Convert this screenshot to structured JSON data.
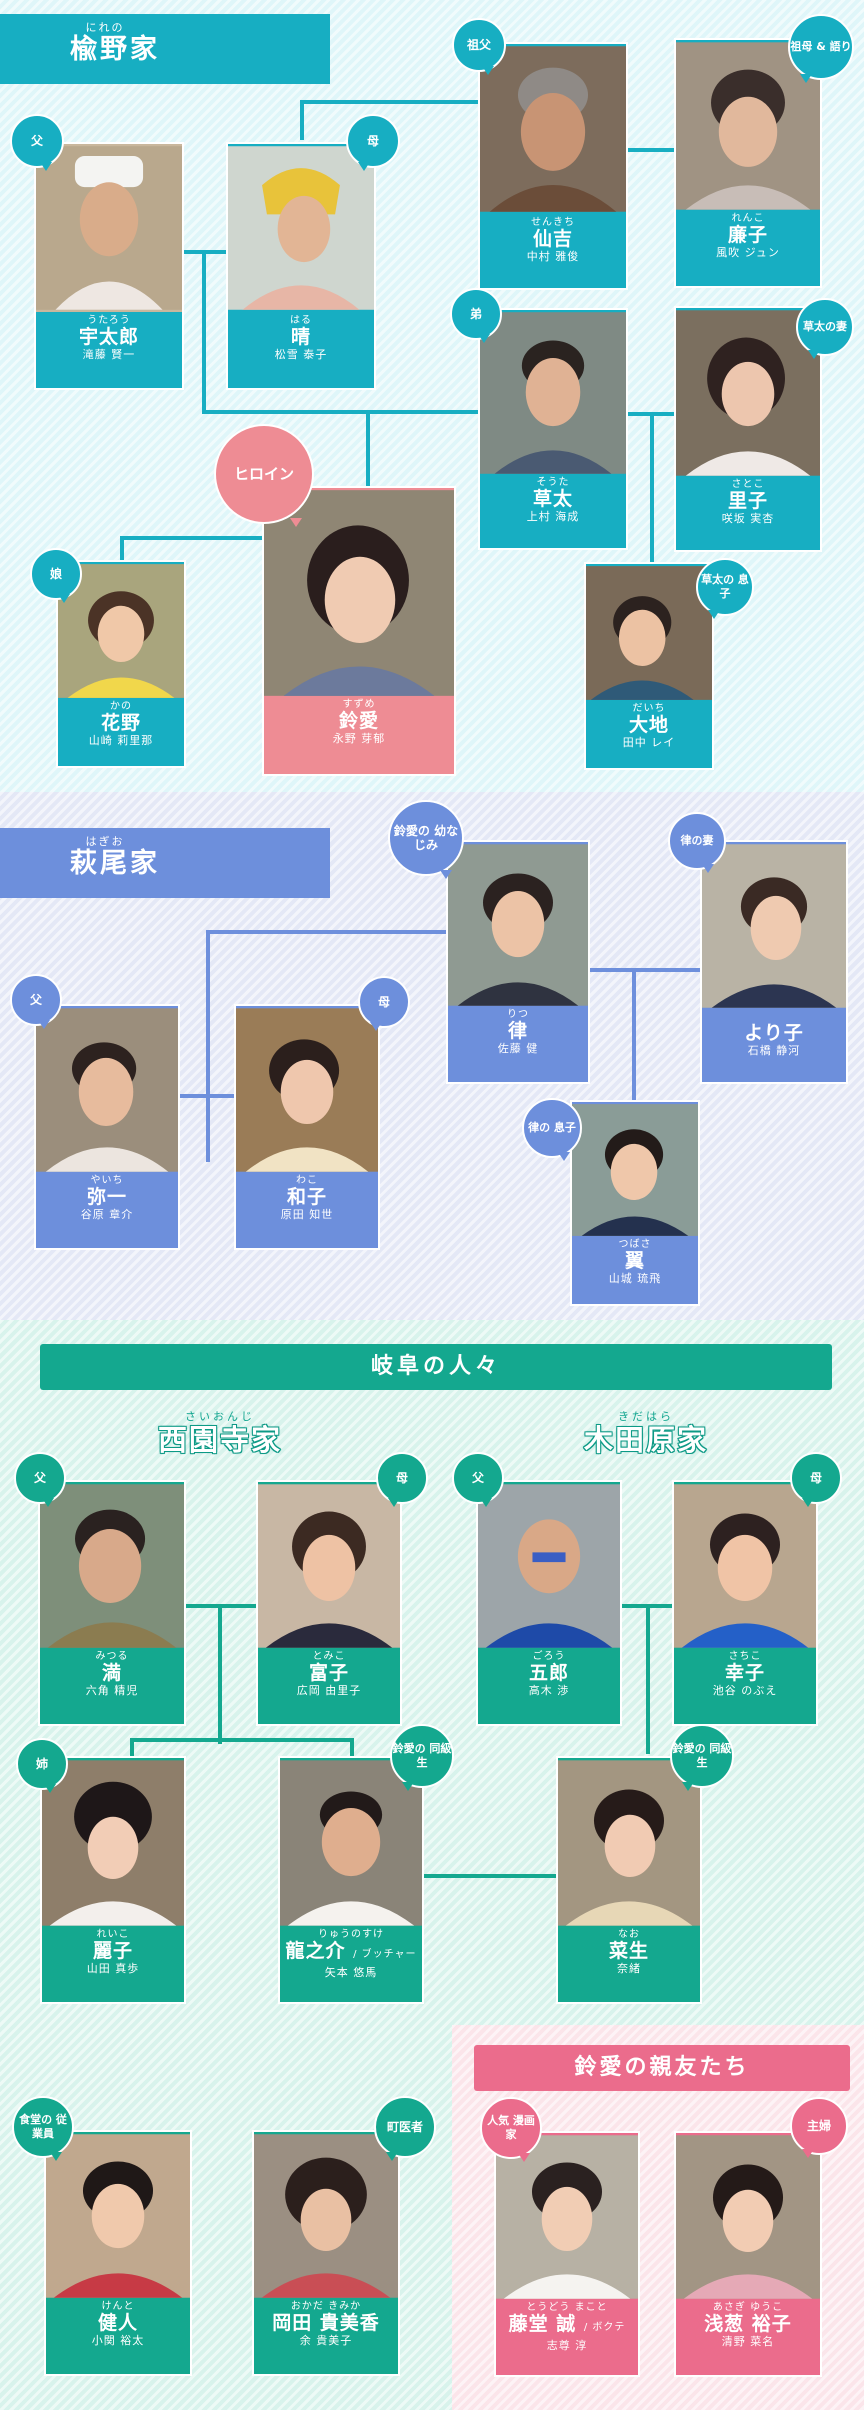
{
  "nireno": {
    "ruby": "にれの",
    "title": "楡野家",
    "cards": [
      {
        "id": "utaro",
        "yomi": "うたろう",
        "role": "宇太郎",
        "actor": "滝藤 賢一",
        "badge": "父"
      },
      {
        "id": "haru",
        "yomi": "はる",
        "role": "晴",
        "actor": "松雪 泰子",
        "badge": "母"
      },
      {
        "id": "senkichi",
        "yomi": "せんきち",
        "role": "仙吉",
        "actor": "中村 雅俊",
        "badge": "祖父"
      },
      {
        "id": "renko",
        "yomi": "れんこ",
        "role": "廉子",
        "actor": "風吹 ジュン",
        "badge": "祖母 & 語り"
      },
      {
        "id": "souta",
        "yomi": "そうた",
        "role": "草太",
        "actor": "上村 海成",
        "badge": "弟"
      },
      {
        "id": "satoko",
        "yomi": "さとこ",
        "role": "里子",
        "actor": "咲坂 実杏",
        "badge": "草太の妻"
      },
      {
        "id": "suzume",
        "yomi": "すずめ",
        "role": "鈴愛",
        "actor": "永野 芽郁",
        "badge": "ヒロイン"
      },
      {
        "id": "kano",
        "yomi": "かの",
        "role": "花野",
        "actor": "山崎 莉里那",
        "badge": "娘"
      },
      {
        "id": "daichi",
        "yomi": "だいち",
        "role": "大地",
        "actor": "田中 レイ",
        "badge": "草太の 息子"
      }
    ]
  },
  "hagio": {
    "ruby": "はぎお",
    "title": "萩尾家",
    "cards": [
      {
        "id": "ritsu",
        "yomi": "りつ",
        "role": "律",
        "actor": "佐藤 健",
        "badge": "鈴愛の 幼なじみ"
      },
      {
        "id": "yoriko",
        "yomi": "",
        "role": "より子",
        "actor": "石橋 静河",
        "badge": "律の妻"
      },
      {
        "id": "yaichi",
        "yomi": "やいち",
        "role": "弥一",
        "actor": "谷原 章介",
        "badge": "父"
      },
      {
        "id": "wako",
        "yomi": "わこ",
        "role": "和子",
        "actor": "原田 知世",
        "badge": "母"
      },
      {
        "id": "tsubasa",
        "yomi": "つばさ",
        "role": "翼",
        "actor": "山城 琉飛",
        "badge": "律の 息子"
      }
    ]
  },
  "gifu": {
    "banner": "岐阜の人々",
    "saionji": {
      "ruby": "さいおんじ",
      "title": "西園寺家"
    },
    "kidahara": {
      "ruby": "きだはら",
      "title": "木田原家"
    },
    "cards": [
      {
        "id": "mitsuru",
        "yomi": "みつる",
        "role": "満",
        "actor": "六角 精児",
        "badge": "父"
      },
      {
        "id": "tomiko",
        "yomi": "とみこ",
        "role": "富子",
        "actor": "広岡 由里子",
        "badge": "母"
      },
      {
        "id": "goro",
        "yomi": "ごろう",
        "role": "五郎",
        "actor": "高木 渉",
        "badge": "父"
      },
      {
        "id": "sachiko",
        "yomi": "さちこ",
        "role": "幸子",
        "actor": "池谷 のぶえ",
        "badge": "母"
      },
      {
        "id": "reiko",
        "yomi": "れいこ",
        "role": "麗子",
        "actor": "山田 真歩",
        "badge": "姉"
      },
      {
        "id": "ryunosuke",
        "yomi": "りゅうのすけ",
        "role": "龍之介",
        "role_suffix": "/ ブッチャー",
        "actor": "矢本 悠馬",
        "badge": "鈴愛の 同級生"
      },
      {
        "id": "nao",
        "yomi": "なお",
        "role": "菜生",
        "actor": "奈緒",
        "badge": "鈴愛の 同級生"
      },
      {
        "id": "kento",
        "yomi": "けんと",
        "role": "健人",
        "actor": "小関 裕太",
        "badge": "食堂の 従業員"
      },
      {
        "id": "okada",
        "yomi": "おかだ きみか",
        "role": "岡田 貴美香",
        "actor": "余 貴美子",
        "badge": "町医者"
      }
    ]
  },
  "friends": {
    "banner": "鈴愛の親友たち",
    "cards": [
      {
        "id": "todo",
        "yomi": "とうどう まこと",
        "role": "藤堂 誠",
        "role_suffix": "/ ボクテ",
        "actor": "志尊 淳",
        "badge": "人気 漫画家"
      },
      {
        "id": "asagi",
        "yomi": "あさぎ ゆうこ",
        "role": "浅葱 裕子",
        "actor": "清野 菜名",
        "badge": "主婦"
      }
    ]
  },
  "colors": {
    "nireno": "#17aec2",
    "hagio": "#6d8fdc",
    "gifu": "#14a88f",
    "heroine": "#ee8c94",
    "friends": "#eb6c8c"
  }
}
